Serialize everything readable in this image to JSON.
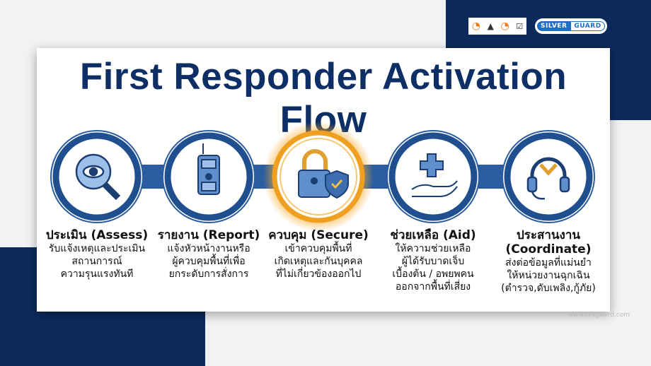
{
  "header": {
    "certification_logos": "certification-badges",
    "brand_logo": {
      "part1": "SILVER",
      "part2": "GUARD"
    }
  },
  "title": "First Responder Activation Flow",
  "colors": {
    "navy": "#0c2a5c",
    "accent_blue": "#2a5ea0",
    "highlight": "#f0a020"
  },
  "steps": [
    {
      "icon": "magnifier-eye-icon",
      "heading": "ประเมิน (Assess)",
      "lines": [
        "รับแจ้งเหตุและประเมิน",
        "สถานการณ์",
        "ความรุนแรงทันที"
      ]
    },
    {
      "icon": "radio-walkie-talkie-icon",
      "heading": "รายงาน (Report)",
      "lines": [
        "แจ้งหัวหน้างานหรือ",
        "ผู้ควบคุมพื้นที่เพื่อ",
        "ยกระดับการสั่งการ"
      ]
    },
    {
      "icon": "padlock-shield-icon",
      "heading": "ควบคุม (Secure)",
      "lines": [
        "เข้าควบคุมพื้นที่",
        "เกิดเหตุและกันบุคคล",
        "ที่ไม่เกี่ยวข้องออกไป"
      ],
      "highlighted": true
    },
    {
      "icon": "medical-cross-hand-icon",
      "heading": "ช่วยเหลือ (Aid)",
      "lines": [
        "ให้ความช่วยเหลือ",
        "ผู้ได้รับบาดเจ็บ",
        "เบื้องต้น / อพยพคน",
        "ออกจากพื้นที่เสี่ยง"
      ]
    },
    {
      "icon": "headset-icon",
      "heading": "ประสานงาน",
      "heading2": "(Coordinate)",
      "lines": [
        "ส่งต่อข้อมูลที่แม่นยำ",
        "ให้หน่วยงานฉุกเฉิน",
        "(ตำรวจ,ดับเพลิง,กู้ภัย)"
      ]
    }
  ],
  "footer_url": "www.silvguard.com"
}
